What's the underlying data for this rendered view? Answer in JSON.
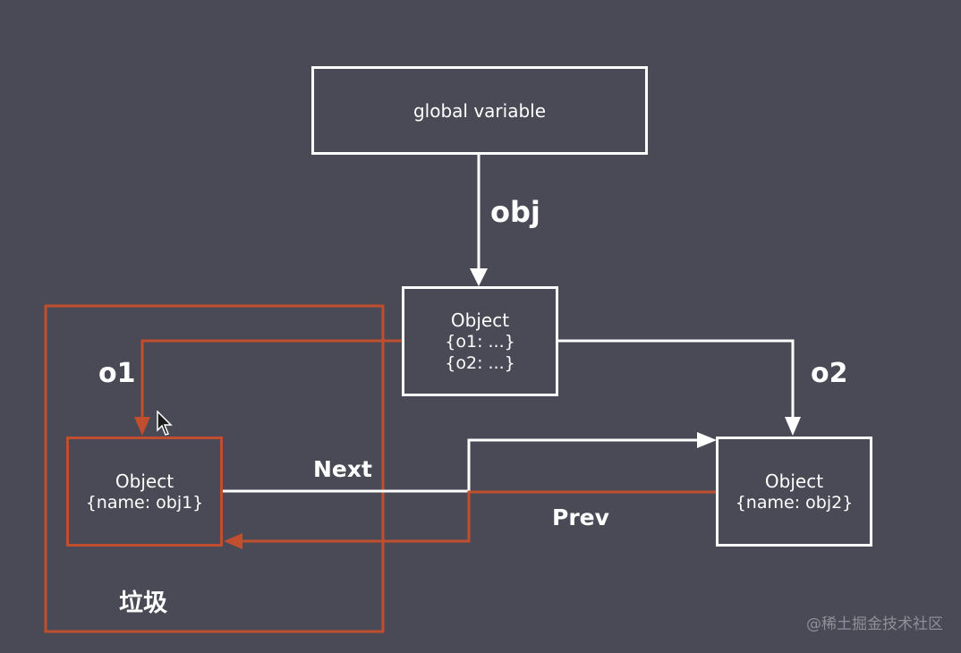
{
  "nodes": {
    "global": {
      "label": "global variable"
    },
    "root": {
      "title": "Object",
      "lines": [
        "{o1:  ...}",
        "{o2:  ...}"
      ]
    },
    "obj1": {
      "title": "Object",
      "line": "{name: obj1}"
    },
    "obj2": {
      "title": "Object",
      "line": "{name: obj2}"
    }
  },
  "edges": {
    "obj": "obj",
    "o1": "o1",
    "o2": "o2",
    "next": "Next",
    "prev": "Prev"
  },
  "garbage_group": {
    "label": "垃圾"
  },
  "watermark": "@稀土掘金技术社区",
  "colors": {
    "background": "#494a55",
    "white": "#ffffff",
    "garbage_red": "#c24e30"
  }
}
